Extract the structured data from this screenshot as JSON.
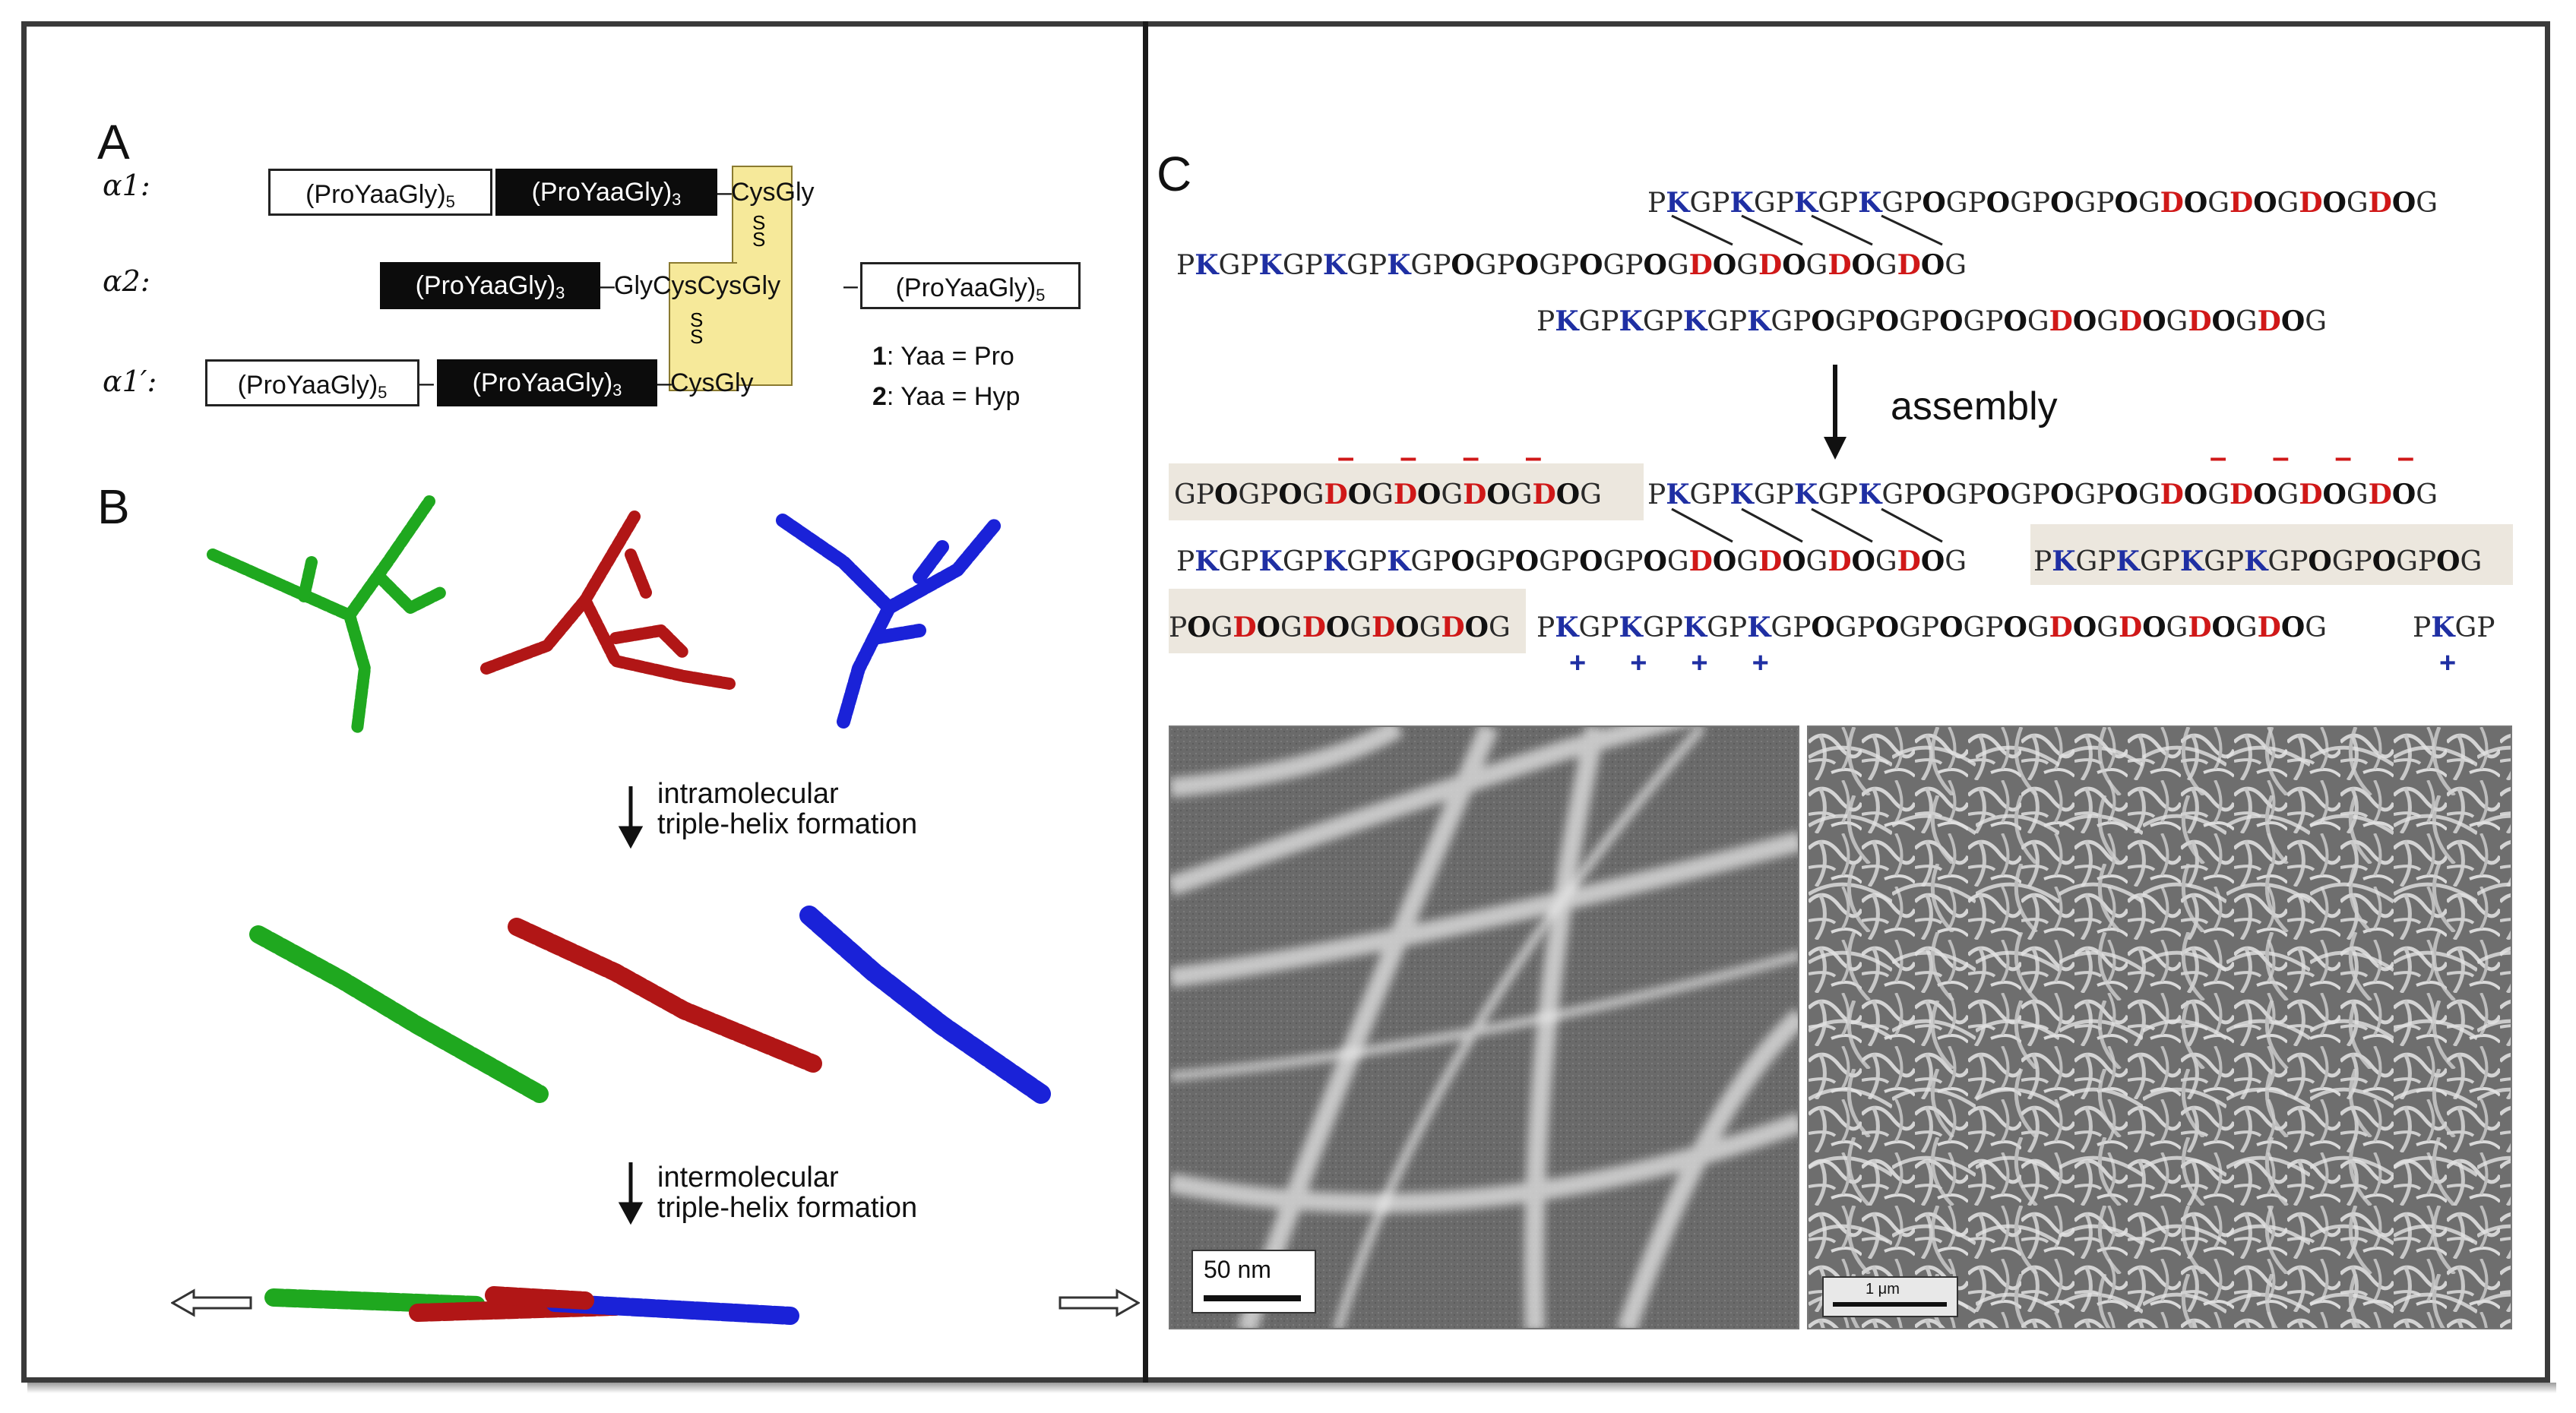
{
  "panel_a": {
    "letter": "A",
    "chains": [
      {
        "label": "α1:"
      },
      {
        "label": "α2:"
      },
      {
        "label": "α1′:"
      }
    ],
    "block_text": "(ProYaaGly)",
    "sub5": "5",
    "sub3": "3",
    "cys": "Cys",
    "gly": "Gly",
    "cysgly": "CysGly",
    "glycyscysgly": "GlyCysCysGly",
    "ss": "S\nS",
    "legend": [
      {
        "num": "1",
        "text": ": Yaa = Pro"
      },
      {
        "num": "2",
        "text": ": Yaa = Hyp"
      }
    ],
    "bridge_color": "#f6e99a"
  },
  "panel_b": {
    "letter": "B",
    "step1": "intramolecular\ntriple-helix formation",
    "step2": "intermolecular\ntriple-helix formation",
    "colors": {
      "green": "#1fa81f",
      "red": "#b11616",
      "blue": "#1a22d8"
    }
  },
  "panel_c": {
    "letter": "C",
    "assembly_label": "assembly",
    "seq_colors": {
      "K": "#1f2fa3",
      "D": "#d01818"
    },
    "top_sequences": [
      "PKGPKGPKGPKGPOGPOGPOGPOGDOGDOGDOGDOG",
      "PKGPKGPKGPKGPOGPOGPOGPOGDOGDOGDOGDOG",
      "PKGPKGPKGPKGPOGPOGPOGPOGDOGDOGDOGDOG"
    ],
    "assembled_rows": [
      [
        "GPOGPOGDOGDOGDOGDOG",
        "PKGPKGPKGPKGPOGPOGPOGPOGDOGDOGDOGDOG"
      ],
      [
        "PKGPKGPKGPKGPOGPOGPOGPOGDOGDOGDOGDOG",
        "PKGPKGPKGPKGPOGPOGPOG"
      ],
      [
        "POGDOGDOGDOGDOG",
        "PKGPKGPKGPKGPOGPOGPOGPOGDOGDOGDOGDOG",
        "PKGP"
      ]
    ],
    "minus_sign": "–",
    "plus_sign": "+",
    "scale_left": "50 nm",
    "scale_right": "1 μm"
  }
}
